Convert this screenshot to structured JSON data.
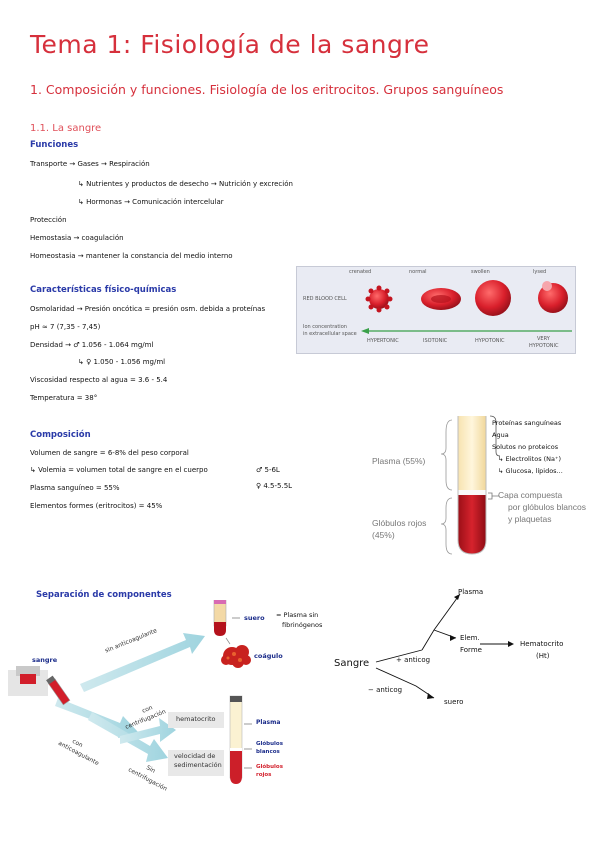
{
  "title": "Tema 1: Fisiología de la sangre",
  "subtitle": "1. Composición y funciones. Fisiología de los eritrocitos. Grupos sanguíneos",
  "section": "1.1. La sangre",
  "funciones": {
    "heading": "Funciones",
    "items": [
      "Transporte → Gases → Respiración",
      "↳ Nutrientes y productos de desecho → Nutrición y excreción",
      "↳ Hormonas → Comunicación intercelular",
      "Protección",
      "Hemostasia → coagulación",
      "Homeostasia → mantener la constancia del medio interno"
    ]
  },
  "rbc_figure": {
    "row_label": "RED BLOOD CELL",
    "states": [
      "crenated",
      "normal",
      "swollen",
      "lysed"
    ],
    "axis_label_1": "Ion concentration",
    "axis_label_2": "in extracellular space",
    "tonicity": [
      "HYPERTONIC",
      "ISOTONIC",
      "HYPOTONIC",
      "VERY",
      "HYPOTONIC"
    ]
  },
  "caracteristicas": {
    "heading": "Características físico-químicas",
    "items": [
      "Osmolaridad → Presión oncótica = presión osm. debida a proteínas",
      "pH ≈ 7 (7,35 - 7,45)",
      "Densidad → ♂ 1.056 - 1.064 mg/ml",
      "↳ ♀ 1.050 - 1.056 mg/ml",
      "Viscosidad respecto al agua = 3.6 - 5.4",
      "Temperatura = 38°"
    ]
  },
  "composicion": {
    "heading": "Composición",
    "items": [
      "Volumen de sangre = 6-8% del peso corporal",
      "↳ Volemia = volumen total de sangre en el cuerpo",
      "Plasma sanguíneo = 55%",
      "Elementos formes (eritrocitos) = 45%"
    ],
    "volemia_male": "♂ 5-6L",
    "volemia_female": "♀ 4.5-5.5L"
  },
  "tube": {
    "plasma_label": "Plasma (55%)",
    "cells_label_1": "Glóbulos rojos",
    "cells_label_2": "(45%)",
    "plasma_notes": [
      "Proteínas sanguíneas",
      "Agua",
      "Solutos no proteicos",
      "↳ Electrolitos (Na⁺)",
      "↳ Glucosa, lípidos..."
    ],
    "buffy_1": "Capa compuesta",
    "buffy_2": "por glóbulos blancos",
    "buffy_3": "y plaquetas"
  },
  "separacion": {
    "heading": "Separación de componentes",
    "sangre": "sangre",
    "sin_anticoagulante": "sin anticoagulante",
    "suero": "suero",
    "suero_note_1": "= Plasma sin",
    "suero_note_2": "fibrinógenos",
    "coagulo": "coágulo",
    "con_centrifugacion_1": "con",
    "con_centrifugacion_2": "centrifugación",
    "con_anticoagulante_1": "con",
    "con_anticoagulante_2": "anticoagulante",
    "sin_centrifugacion_1": "Sin",
    "sin_centrifugacion_2": "centrifugación",
    "hematocrito": "hematocrito",
    "velocidad_1": "velocidad de",
    "velocidad_2": "sedimentación",
    "tube_plasma": "Plasma",
    "tube_globulos_1": "Glóbulos",
    "tube_globulos_2": "blancos",
    "tube_rojos_1": "Glóbulos",
    "tube_rojos_2": "rojos"
  },
  "mindmap": {
    "root": "Sangre",
    "plus": "+ anticog",
    "minus": "− anticog",
    "plasma": "Plasma",
    "elem_1": "Elem.",
    "elem_2": "Forme",
    "hematocrito_1": "Hematocrito",
    "hematocrito_2": "(Ht)",
    "suero": "suero"
  }
}
